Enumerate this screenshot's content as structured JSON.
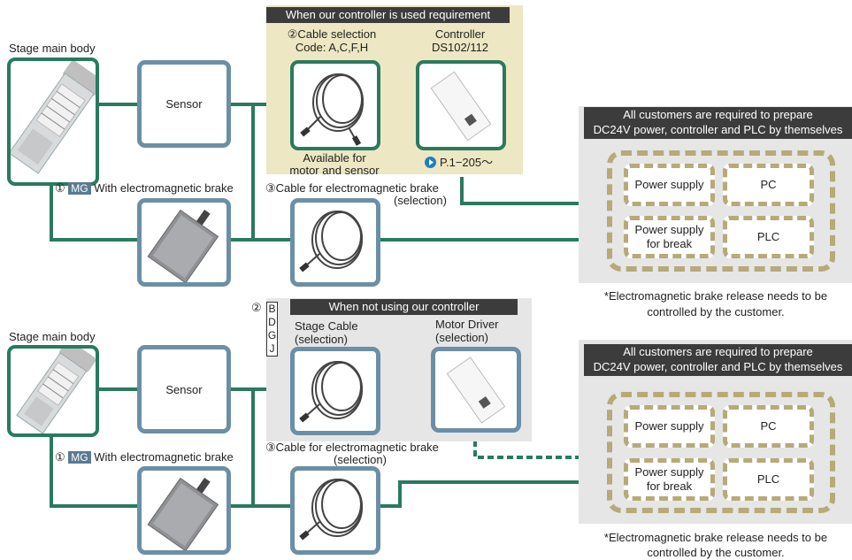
{
  "colors": {
    "line": "#2a7a5e",
    "box_border": "#6b8fa6",
    "panel_yellow": "#ede7c3",
    "panel_gray": "#e6e6e6",
    "dash": "#b7aa78",
    "bar": "#3c3c3c",
    "accent_blue": "#1e7fc0"
  },
  "top": {
    "stage_label": "Stage main body",
    "sensor_label": "Sensor",
    "brake_num": "①",
    "brake_badge": "MG",
    "brake_text": "With electromagnetic brake",
    "panel_header": "When our controller is used requirement",
    "cable_sel_line1": "②Cable selection",
    "cable_sel_line2": "Code: A,C,F,H",
    "controller_line1": "Controller",
    "controller_line2": "DS102/112",
    "available_line1": "Available for",
    "available_line2": "motor and sensor",
    "page_ref": "P.1−205〜",
    "brake_cable_line1": "③Cable for electromagnetic brake",
    "brake_cable_line2": "(selection)",
    "cust_header_line1": "All customers are required to prepare",
    "cust_header_line2": "DC24V power, controller and PLC by themselves",
    "power_supply": "Power supply",
    "pc": "PC",
    "power_break_line1": "Power supply",
    "power_break_line2": "for break",
    "plc": "PLC",
    "note_line1": "*Electromagnetic brake release needs to be",
    "note_line2": "controlled by the customer."
  },
  "bottom": {
    "stage_label": "Stage main body",
    "sensor_label": "Sensor",
    "brake_num": "①",
    "brake_badge": "MG",
    "brake_text": "With electromagnetic brake",
    "code_num": "②",
    "codes": [
      "B",
      "D",
      "G",
      "J"
    ],
    "panel_header": "When not using our controller",
    "stage_cable_line1": "Stage Cable",
    "stage_cable_line2": "(selection)",
    "driver_line1": "Motor Driver",
    "driver_line2": "(selection)",
    "brake_cable_line1": "③Cable for electromagnetic brake",
    "brake_cable_line2": "(selection)",
    "cust_header_line1": "All customers are required to prepare",
    "cust_header_line2": "DC24V power, controller and PLC by themselves",
    "power_supply": "Power supply",
    "pc": "PC",
    "power_break_line1": "Power supply",
    "power_break_line2": "for break",
    "plc": "PLC",
    "note_line1": "*Electromagnetic brake release needs to be",
    "note_line2": "controlled by the customer."
  }
}
